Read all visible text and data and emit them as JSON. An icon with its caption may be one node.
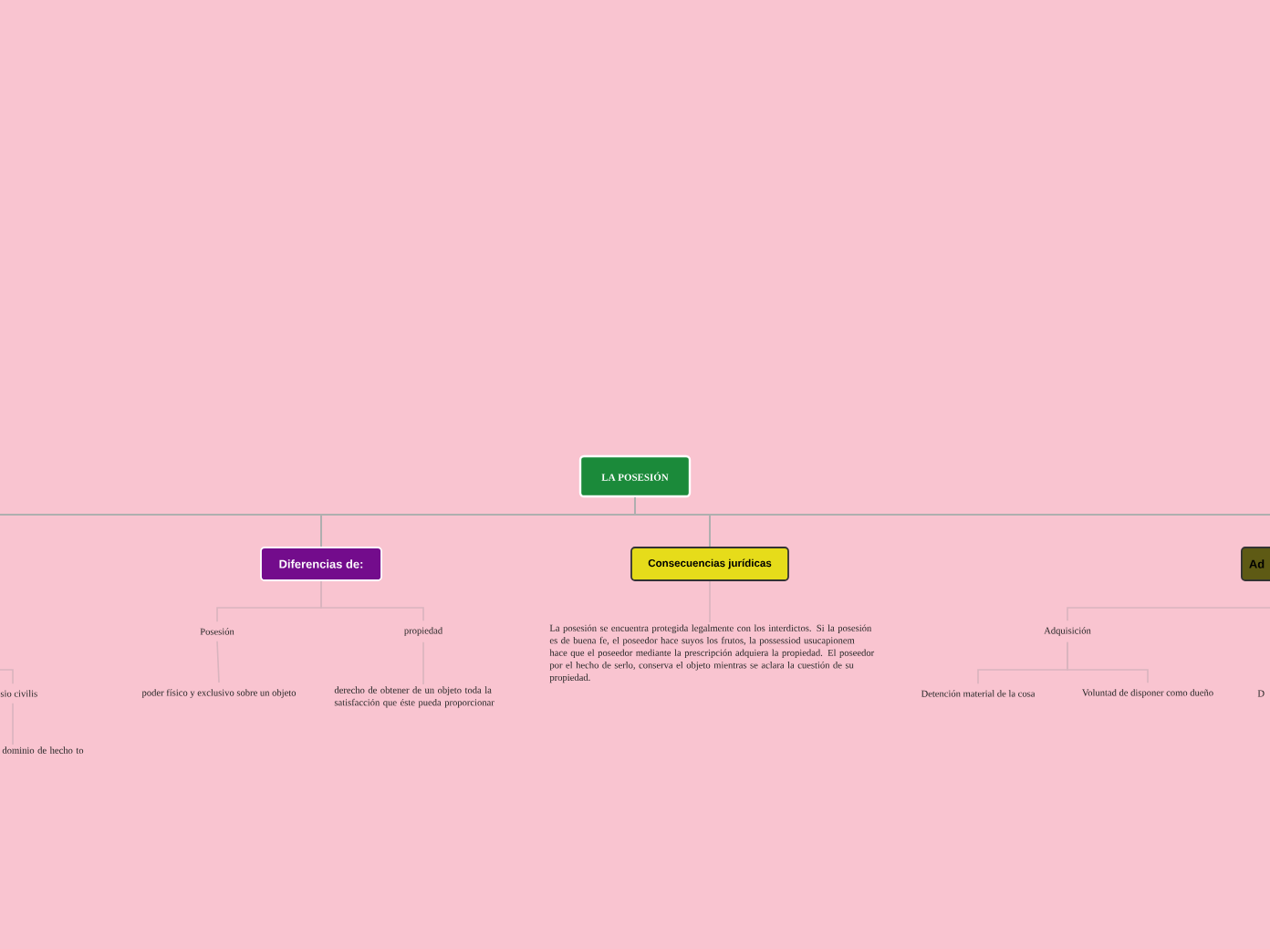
{
  "diagram": {
    "nodes": [
      {
        "text": [
          "LA POSESIÓN"
        ]
      },
      {
        "text": [
          "Diferencias de:"
        ]
      },
      {
        "text": [
          "Consecuencias jurídicas"
        ]
      },
      {
        "text": [
          "Ad"
        ]
      },
      {
        "text": [
          "Posesión"
        ]
      },
      {
        "text": [
          "propiedad"
        ]
      },
      {
        "text": [
          "poder físico y exclusivo sobre un objeto"
        ]
      },
      {
        "text": [
          "derecho de obtener de un objeto toda la satisfacción que éste pueda proporcionar"
        ]
      },
      {
        "text": [
          "La posesión se encuentra protegida legalmente con los interdictos. Si la posesión es de buena fe, el poseedor hace suyos los frutos, la possessiod usucapionem hace que el poseedor mediante la prescripción adquiera la propiedad. El poseedor por el hecho de serlo, conserva el objeto mientras se aclara la cuestión de su propiedad."
        ]
      },
      {
        "text": [
          "Adquisición"
        ]
      },
      {
        "text": [
          "Detención material de la cosa"
        ]
      },
      {
        "text": [
          "Voluntad de disponer como dueño"
        ]
      },
      {
        "text": [
          "sio civilis"
        ]
      },
      {
        "text": [
          "dominio de hecho to"
        ]
      },
      {
        "text": [
          "D"
        ]
      }
    ],
    "edges": [
      {
        "from": 0,
        "to": null,
        "arrow": "none"
      },
      {
        "from": 0,
        "to": 1,
        "arrow": "none"
      },
      {
        "from": 0,
        "to": 2,
        "arrow": "none"
      },
      {
        "from": 0,
        "to": 3,
        "arrow": "none"
      },
      {
        "from": 1,
        "to": 4,
        "arrow": "none"
      },
      {
        "from": 1,
        "to": 5,
        "arrow": "none"
      },
      {
        "from": 4,
        "to": 6,
        "arrow": "none"
      },
      {
        "from": 5,
        "to": 7,
        "arrow": "none"
      },
      {
        "from": 2,
        "to": 8,
        "arrow": "none"
      },
      {
        "from": 3,
        "to": 9,
        "arrow": "none"
      },
      {
        "from": 9,
        "to": 10,
        "arrow": "none"
      },
      {
        "from": 9,
        "to": 11,
        "arrow": "none"
      },
      {
        "from": null,
        "to": 12,
        "arrow": "none"
      },
      {
        "from": 12,
        "to": 13,
        "arrow": "none"
      }
    ]
  }
}
